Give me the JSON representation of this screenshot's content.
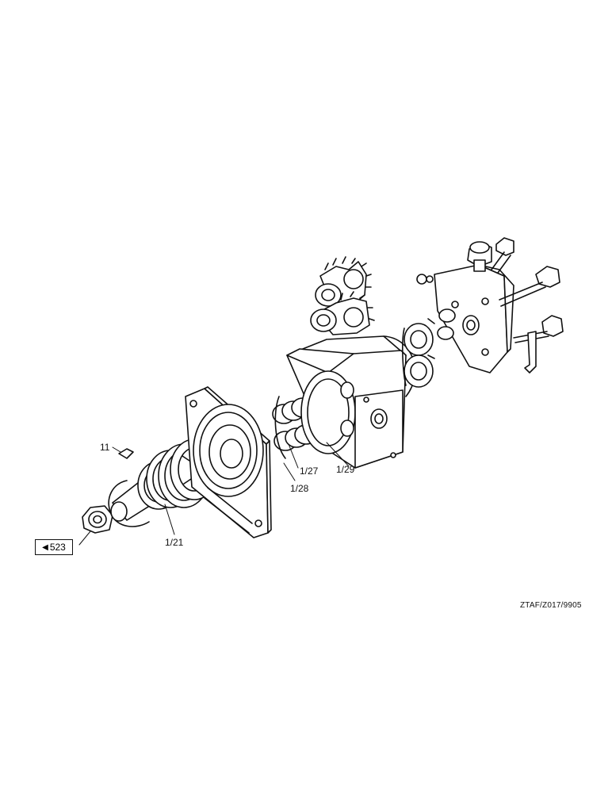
{
  "callouts": {
    "part_11": "11",
    "part_1_21": "1/21",
    "part_1_27": "1/27",
    "part_1_28": "1/28",
    "part_1_29": "1/29"
  },
  "page_reference": {
    "arrow": "◀",
    "number": "523"
  },
  "drawing_code": "ZTAF/Z017/9905"
}
